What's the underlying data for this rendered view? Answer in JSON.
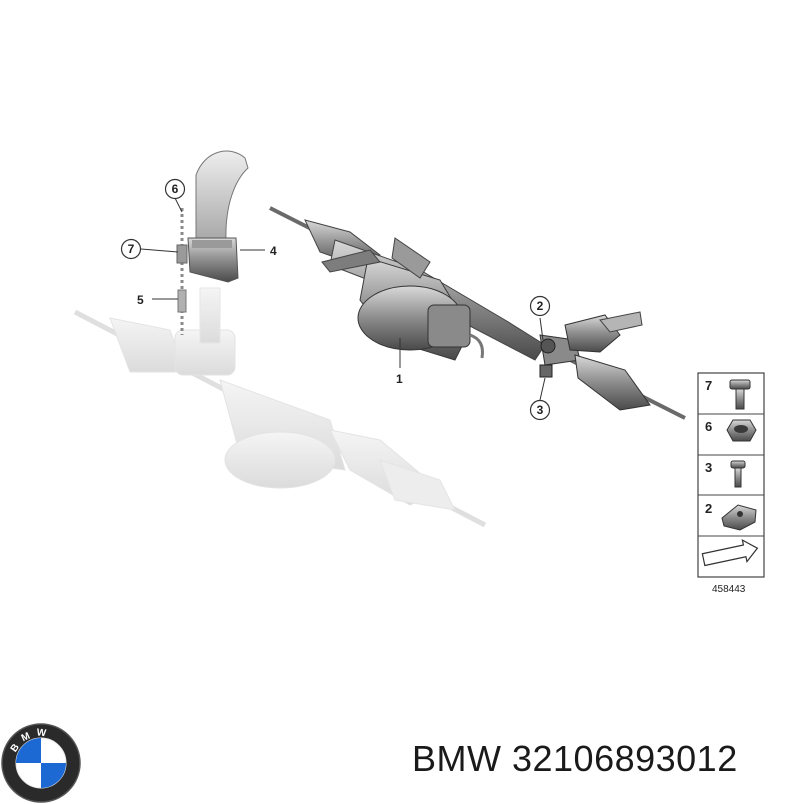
{
  "diagram": {
    "callouts": [
      {
        "id": "1",
        "label": "1"
      },
      {
        "id": "2",
        "label": "2"
      },
      {
        "id": "3",
        "label": "3"
      },
      {
        "id": "4",
        "label": "4"
      },
      {
        "id": "5",
        "label": "5"
      },
      {
        "id": "6",
        "label": "6"
      },
      {
        "id": "7",
        "label": "7"
      }
    ],
    "legend": [
      {
        "label": "7",
        "part": "flange-bolt"
      },
      {
        "label": "6",
        "part": "hex-nut"
      },
      {
        "label": "3",
        "part": "screw"
      },
      {
        "label": "2",
        "part": "bracket"
      }
    ],
    "reference_number": "458443"
  },
  "brand": {
    "name": "BMW",
    "part_number": "32106893012",
    "caption": "BMW 32106893012",
    "logo": {
      "text": "BMW",
      "colors": [
        "#1c69d4",
        "#ffffff",
        "#000000"
      ]
    }
  }
}
